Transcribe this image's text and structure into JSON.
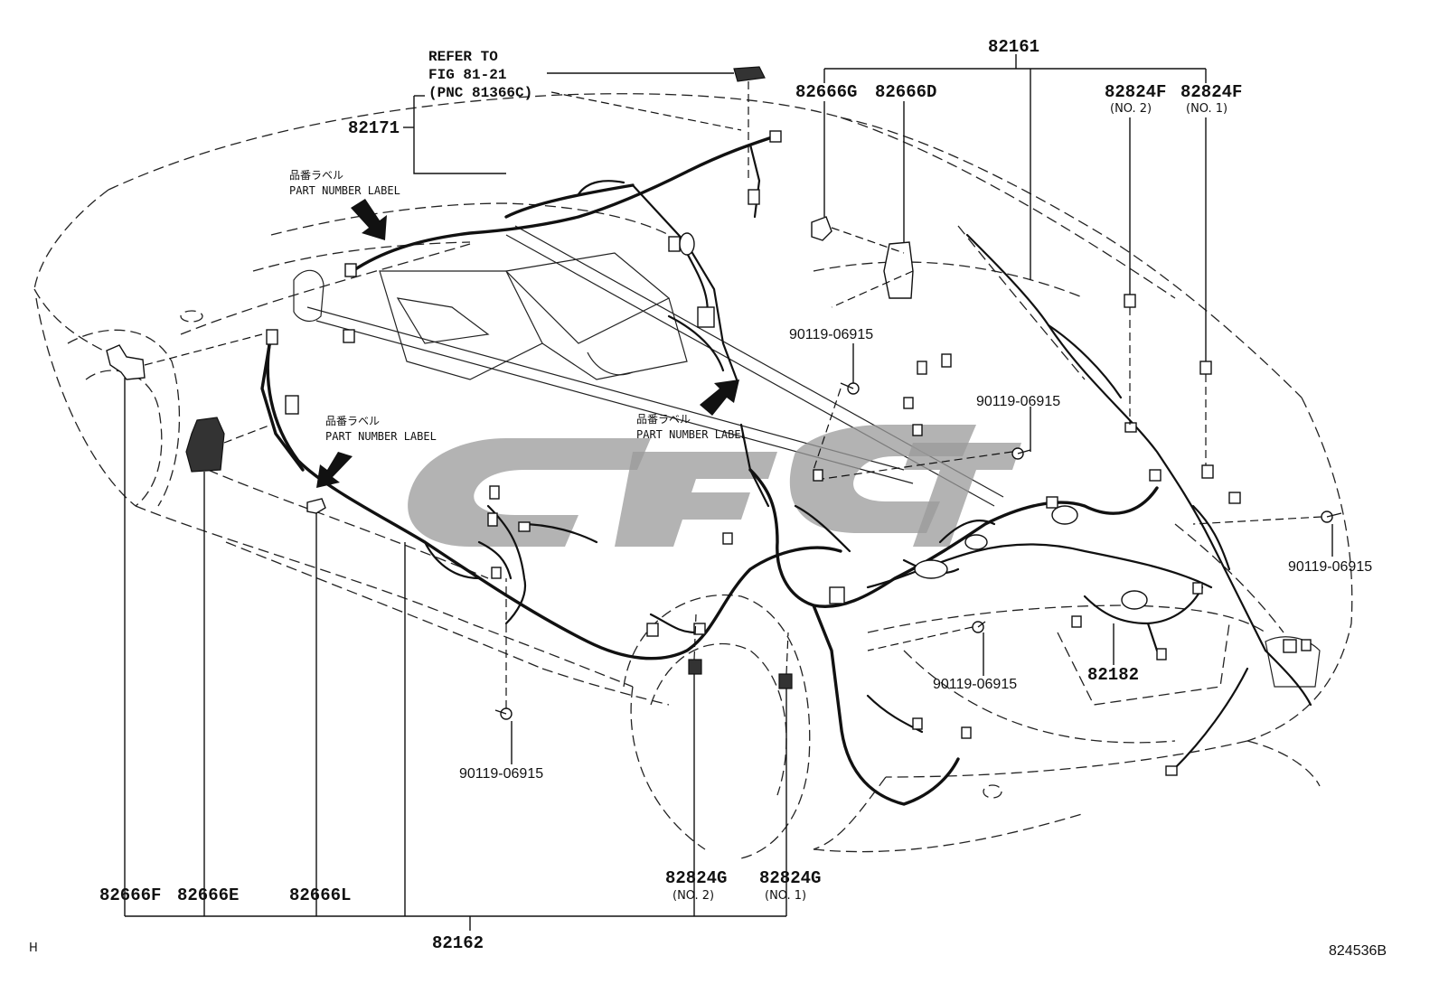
{
  "labels": {
    "p82161": "82161",
    "p82666G": "82666G",
    "p82666D": "82666D",
    "p82824F_no2": "82824F",
    "p82824F_no1": "82824F",
    "no2_top": "(NO. 2)",
    "no1_top": "(NO. 1)",
    "p82171": "82171",
    "refer_line1": "REFER TO",
    "refer_line2": "FIG 81-21",
    "refer_line3": "(PNC 81366C)",
    "pn_label_jp_1": "品番ラベル",
    "pn_label_en_1": "PART NUMBER LABEL",
    "pn_label_jp_2": "品番ラベル",
    "pn_label_en_2": "PART NUMBER LABEL",
    "pn_label_jp_3": "品番ラベル",
    "pn_label_en_3": "PART NUMBER LABEL",
    "bolt_a": "90119-06915",
    "bolt_b": "90119-06915",
    "bolt_c": "90119-06915",
    "bolt_d": "90119-06915",
    "bolt_e": "90119-06915",
    "p82182": "82182",
    "p82666F": "82666F",
    "p82666E": "82666E",
    "p82666L": "82666L",
    "p82824G_no2": "82824G",
    "p82824G_no1": "82824G",
    "no2_bottom": "(NO. 2)",
    "no1_bottom": "(NO. 1)",
    "p82162": "82162",
    "corner_letter": "H",
    "figure_code": "824536B"
  }
}
